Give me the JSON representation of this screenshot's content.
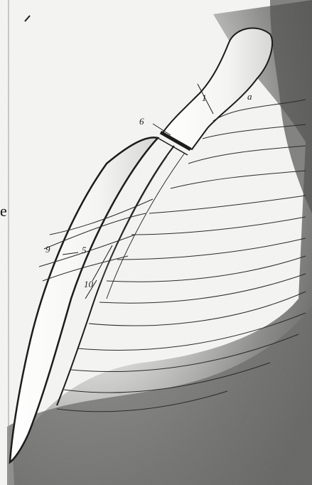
{
  "figure": {
    "labels": {
      "l1": "1",
      "la": "a",
      "l6": "6",
      "l9": "9",
      "l5": "5",
      "l10": "10"
    },
    "edge_text": "e",
    "colors": {
      "paper": "#f2f2f0",
      "shadow": "#555555",
      "ink": "#1c1c1c"
    }
  }
}
